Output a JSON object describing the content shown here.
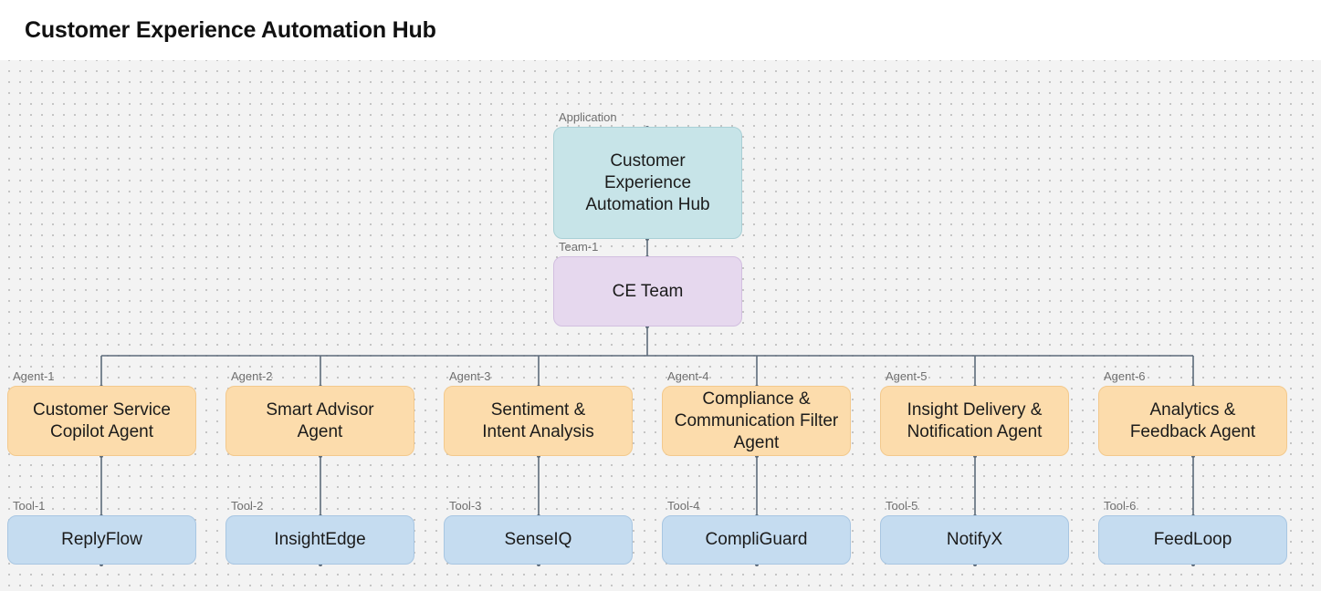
{
  "page": {
    "title": "Customer Experience Automation Hub"
  },
  "diagram": {
    "application": {
      "tag": "Application",
      "label": "Customer\nExperience\nAutomation Hub"
    },
    "team": {
      "tag": "Team-1",
      "label": "CE Team"
    },
    "agents": [
      {
        "tag": "Agent-1",
        "label": "Customer Service\nCopilot Agent"
      },
      {
        "tag": "Agent-2",
        "label": "Smart Advisor\nAgent"
      },
      {
        "tag": "Agent-3",
        "label": "Sentiment &\nIntent Analysis"
      },
      {
        "tag": "Agent-4",
        "label": "Compliance &\nCommunication Filter\nAgent"
      },
      {
        "tag": "Agent-5",
        "label": "Insight Delivery &\nNotification Agent"
      },
      {
        "tag": "Agent-6",
        "label": "Analytics &\nFeedback Agent"
      }
    ],
    "tools": [
      {
        "tag": "Tool-1",
        "label": "ReplyFlow"
      },
      {
        "tag": "Tool-2",
        "label": "InsightEdge"
      },
      {
        "tag": "Tool-3",
        "label": "SenseIQ"
      },
      {
        "tag": "Tool-4",
        "label": "CompliGuard"
      },
      {
        "tag": "Tool-5",
        "label": "NotifyX"
      },
      {
        "tag": "Tool-6",
        "label": "FeedLoop"
      }
    ],
    "colors": {
      "application": "#c7e4e8",
      "team": "#e6d8ee",
      "agent": "#fcdcac",
      "tool": "#c5dcf0",
      "connector": "#5d6b7a"
    }
  }
}
